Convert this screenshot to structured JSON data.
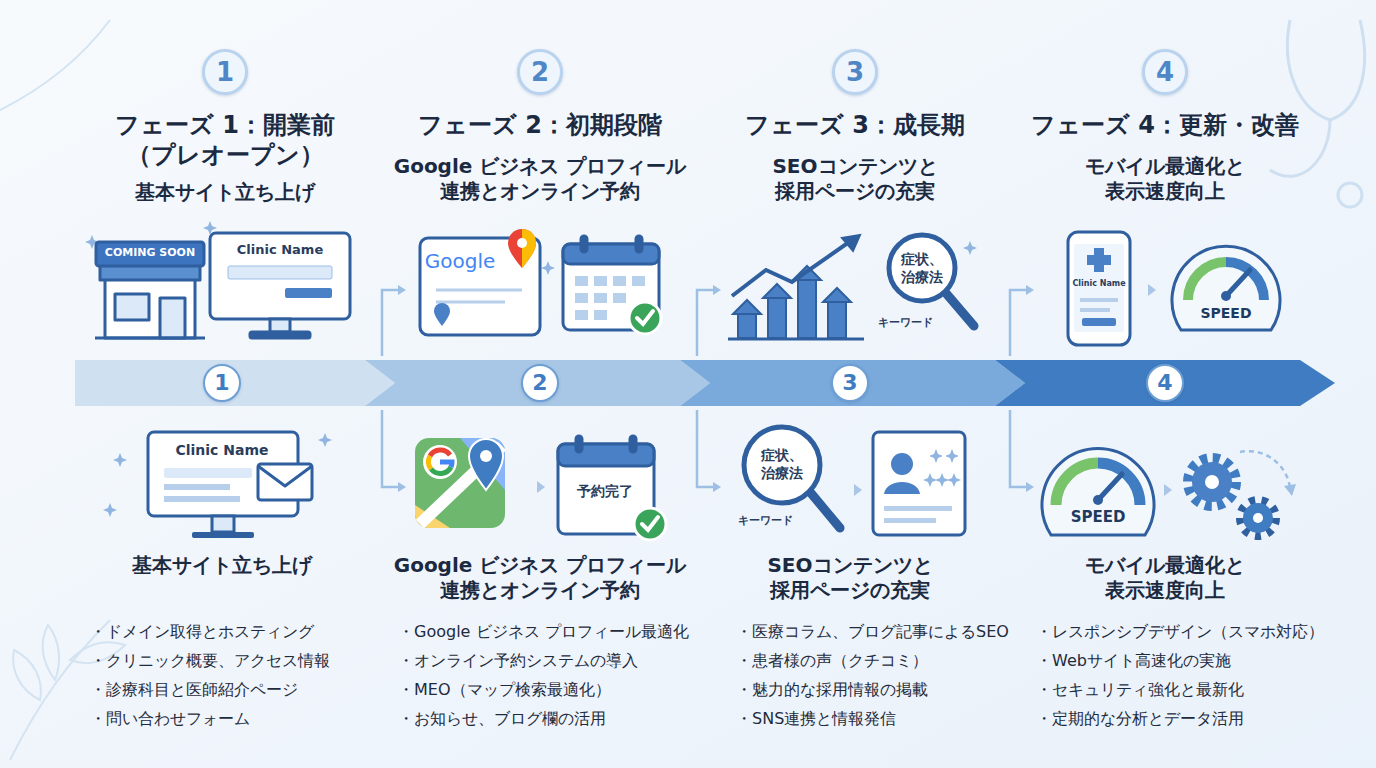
{
  "diagram": {
    "nodes": [
      {
        "text": [
          "1"
        ]
      },
      {
        "text": [
          "2"
        ]
      },
      {
        "text": [
          "3"
        ]
      },
      {
        "text": [
          "4"
        ]
      },
      {
        "text": [
          "1"
        ]
      },
      {
        "text": [
          "2"
        ]
      },
      {
        "text": [
          "3"
        ]
      },
      {
        "text": [
          "4"
        ]
      }
    ],
    "labels": [
      "フェーズ 1：開業前 （プレオープン）",
      "基本サイト立ち上げ",
      "フェーズ 2：初期段階",
      "Google ビジネス プロフィール 連携とオンライン予約",
      "フェーズ 3：成長期",
      "SEOコンテンツと 採用ページの充実",
      "フェーズ 4：更新・改善",
      "モバイル最適化と 表示速度向上",
      "COMING SOON",
      "Clinic Name",
      "Google",
      "症状、治療法",
      "キーワード",
      "Clinic Name",
      "SPEED",
      "Clinic Name",
      "予約完了",
      "症状、治療法",
      "キーワード",
      "SPEED",
      "基本サイト立ち上げ",
      "・ドメイン取得とホスティング",
      "・クリニック概要、アクセス情報",
      "・診療科目と医師紹介ページ",
      "・問い合わせフォーム",
      "Google ビジネス プロフィール 連携とオンライン予約",
      "・Google ビジネス プロフィール最適化",
      "・オンライン予約システムの導入",
      "・MEO（マップ検索最適化）",
      "・お知らせ、ブログ欄の活用",
      "SEOコンテンツと 採用ページの充実",
      "・医療コラム、ブログ記事によるSEO",
      "・患者様の声（クチコミ）",
      "・魅力的な採用情報の掲載",
      "・SNS連携と情報発信",
      "モバイル最適化と 表示速度向上",
      "・レスポンシブデザイン（スマホ対応）",
      "・Webサイト高速化の実施",
      "・セキュリティ強化と最新化",
      "・定期的な分析とデータ活用"
    ]
  }
}
